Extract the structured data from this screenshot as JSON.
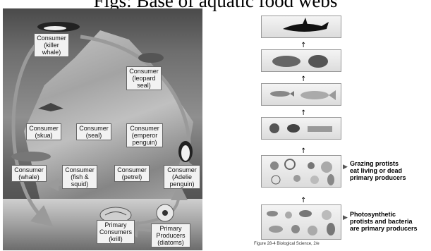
{
  "title": "Figs: Base of aquatic food webs",
  "web": {
    "killer_whale": [
      "Consumer",
      "(killer",
      "whale)"
    ],
    "leopard_seal": [
      "Consumer",
      "(leopard",
      "seal)"
    ],
    "skua": [
      "Consumer",
      "(skua)"
    ],
    "seal": [
      "Consumer",
      "(seal)"
    ],
    "emperor_penguin": [
      "Consumer",
      "(emperor",
      "penguin)"
    ],
    "whale": [
      "Consumer",
      "(whale)"
    ],
    "fish_squid": [
      "Consumer",
      "(fish &",
      "squid)"
    ],
    "petrel": [
      "Consumer",
      "(petrel)"
    ],
    "adelie_penguin": [
      "Consumer",
      "(Adelie",
      "penguin)"
    ],
    "krill": [
      "Primary",
      "Consumers",
      "(krill)"
    ],
    "diatoms": [
      "Primary",
      "Producers",
      "(diatoms)"
    ]
  },
  "ladder": {
    "up_arrow": "↑",
    "callout_grazing": [
      "Grazing protists",
      "eat living or dead",
      "primary producers"
    ],
    "callout_photo": [
      "Photosynthetic",
      "protists and bacteria",
      "are primary producers"
    ],
    "pointer_icon": "▶",
    "caption": "Figure 28-4 Biological Science, 2/e"
  },
  "colors": {
    "arrow": "#9a9a9a",
    "box_fill": "#f2f2f2"
  }
}
